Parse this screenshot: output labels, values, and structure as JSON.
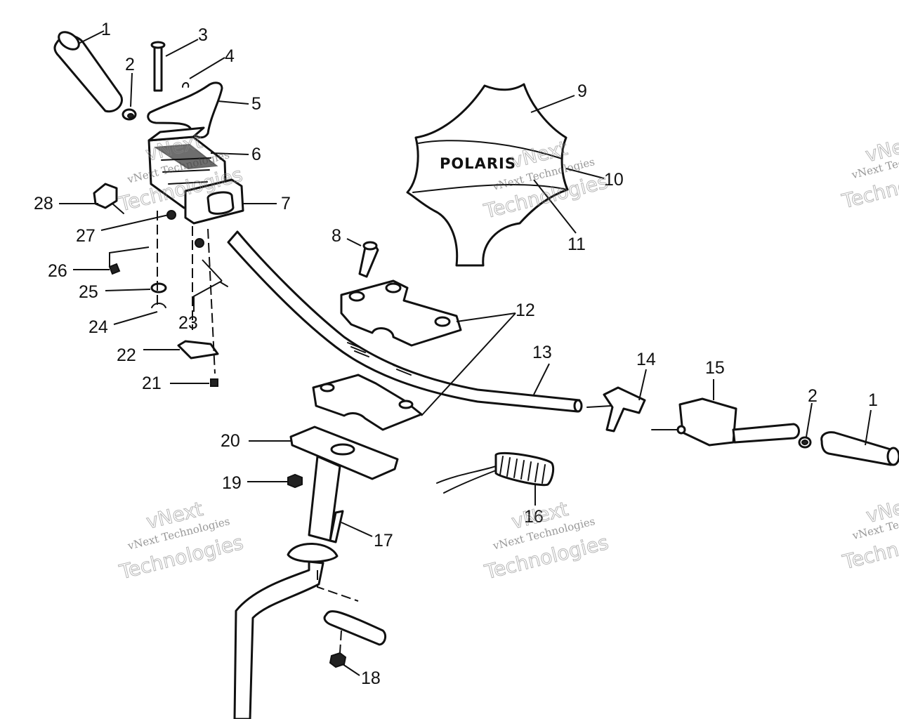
{
  "logo": {
    "text": "POLARIS"
  },
  "callouts": [
    "1",
    "2",
    "3",
    "4",
    "5",
    "6",
    "7",
    "8",
    "9",
    "10",
    "11",
    "12",
    "13",
    "14",
    "15",
    "16",
    "17",
    "18",
    "19",
    "20",
    "21",
    "22",
    "23",
    "24",
    "25",
    "26",
    "27",
    "28"
  ],
  "watermark": {
    "line1": "vNext",
    "line2": "Technologies",
    "full": "vNext Technologies"
  }
}
